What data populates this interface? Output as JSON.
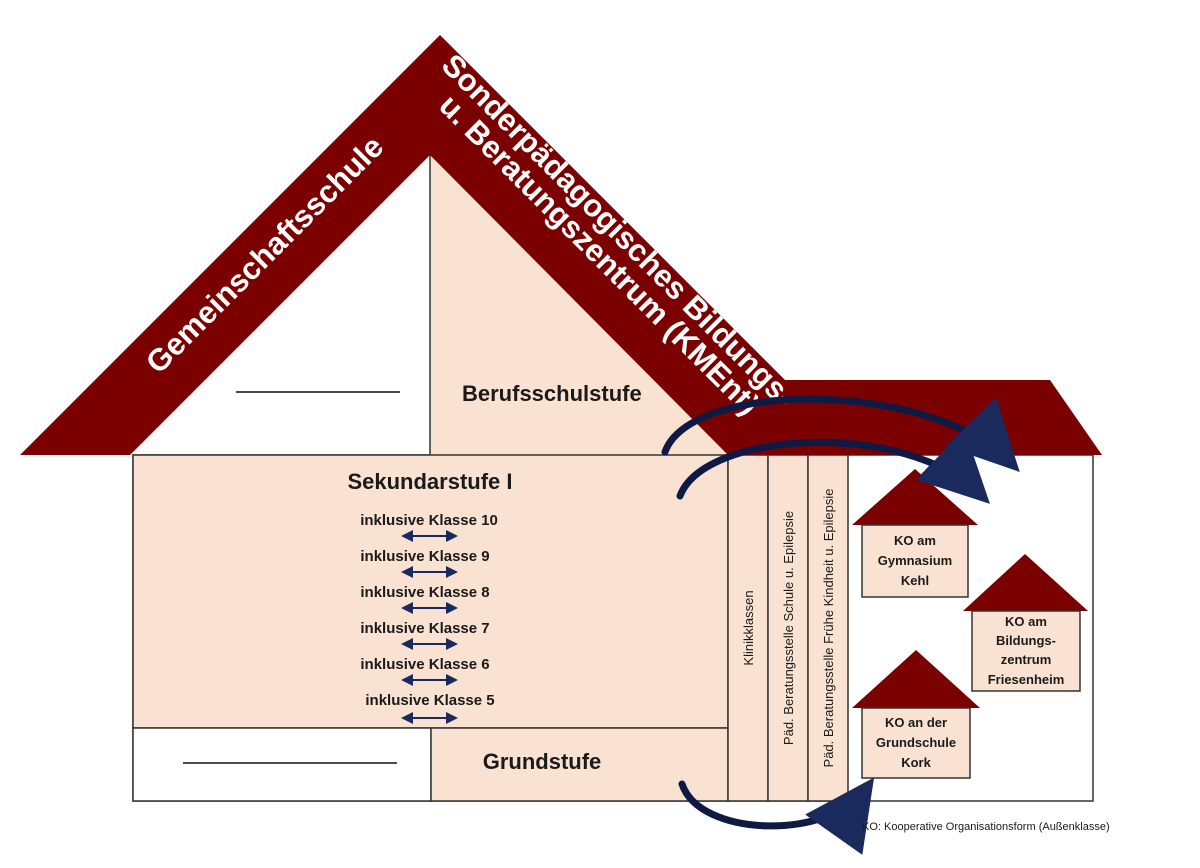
{
  "roof": {
    "left_label": "Gemeinschaftsschule",
    "right_label_line1": "Sonderpädagogisches Bildungs-",
    "right_label_line2": "u. Beratungszentrum (KMEnt)"
  },
  "sections": {
    "berufsschulstufe": "Berufsschulstufe",
    "sekundarstufe": "Sekundarstufe I",
    "grundstufe": "Grundstufe"
  },
  "classes": [
    "inklusive Klasse 10",
    "inklusive Klasse 9",
    "inklusive Klasse 8",
    "inklusive Klasse 7",
    "inklusive Klasse 6",
    "inklusive Klasse 5"
  ],
  "columns": [
    "Klinikklassen",
    "Päd. Beratungsstelle Schule u. Epilepsie",
    "Päd. Beratungsstelle Frühe Kindheit u. Epilepsie"
  ],
  "ko_houses": [
    {
      "lines": [
        "KO am",
        "Gymnasium",
        "Kehl"
      ]
    },
    {
      "lines": [
        "KO am",
        "Bildungs-",
        "zentrum",
        "Friesenheim"
      ]
    },
    {
      "lines": [
        "KO an der",
        "Grundschule",
        "Kork"
      ]
    }
  ],
  "footnote": "KO: Kooperative Organisationsform (Außenklasse)",
  "colors": {
    "roof": "#7b0000",
    "peach": "#f9e2d2",
    "arrow": "#1b2a5c"
  }
}
